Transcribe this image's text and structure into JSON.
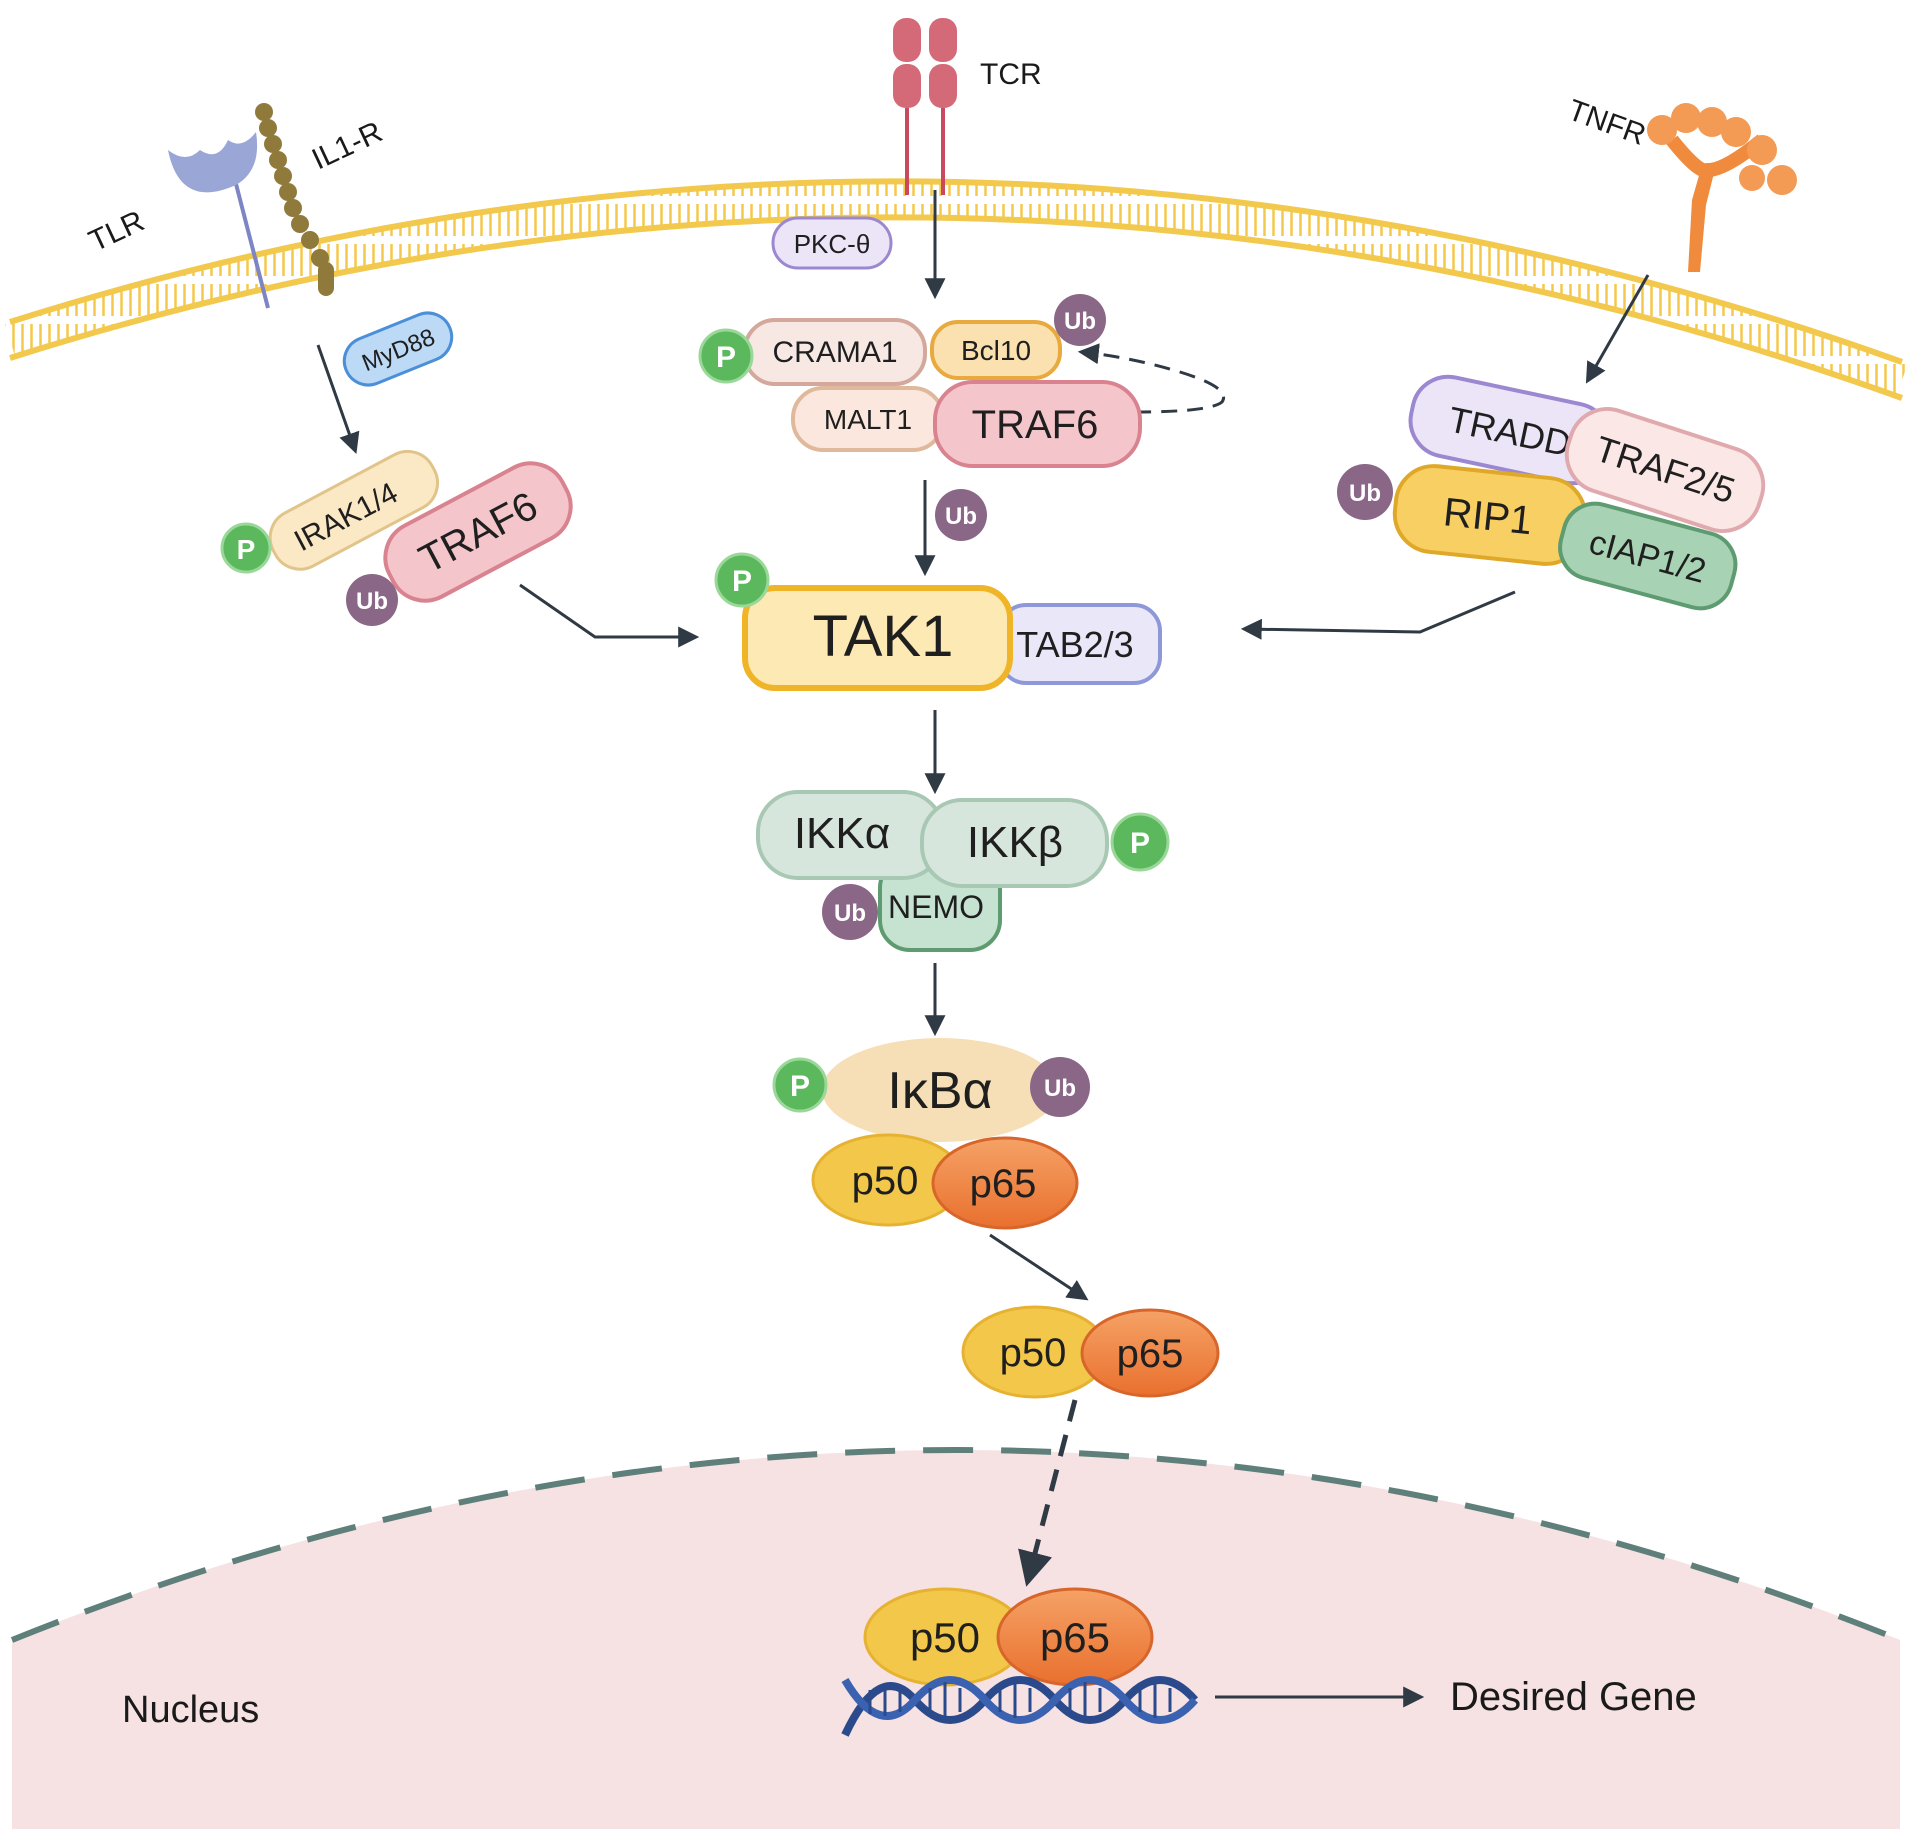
{
  "receptors": {
    "tlr": "TLR",
    "il1r": "IL1-R",
    "tcr": "TCR",
    "tnfr": "TNFR"
  },
  "adaptors": {
    "myd88": "MyD88",
    "pkc": "PKC-θ"
  },
  "left_complex": {
    "irak": "IRAK1/4",
    "traf6": "TRAF6"
  },
  "center_complex": {
    "crama1": "CRAMA1",
    "bcl10": "Bcl10",
    "malt1": "MALT1",
    "traf6": "TRAF6"
  },
  "right_complex": {
    "tradd": "TRADD",
    "traf25": "TRAF2/5",
    "rip1": "RIP1",
    "ciap": "cIAP1/2"
  },
  "tak_complex": {
    "tak1": "TAK1",
    "tab": "TAB2/3"
  },
  "ikk_complex": {
    "ikka": "IKKα",
    "ikkb": "IKKβ",
    "nemo": "NEMO"
  },
  "nfkb": {
    "ikba": "IκBα",
    "p50": "p50",
    "p65": "p65"
  },
  "modifications": {
    "phospho": "P",
    "ubiquitin": "Ub"
  },
  "nucleus": {
    "label": "Nucleus",
    "gene": "Desired Gene"
  },
  "colors": {
    "membrane": "#f2c94c",
    "nucleus_fill": "#f6e1e3",
    "nucleus_border": "#5f7f7a",
    "phospho": "#5cb85c",
    "ubiquitin": "#8a6787",
    "arrow": "#2f3a45",
    "dna": "#2b4a8c"
  }
}
